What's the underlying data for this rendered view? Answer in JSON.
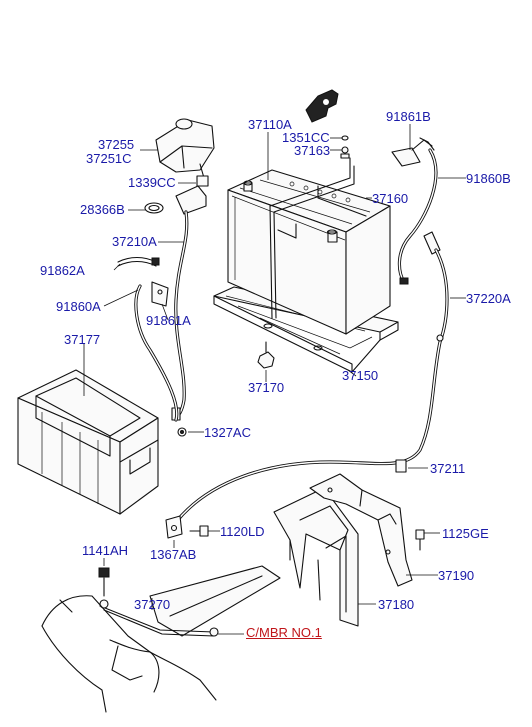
{
  "labels": {
    "p37255": "37255",
    "p37251C": "37251C",
    "p1339CC": "1339CC",
    "p28366B": "28366B",
    "p37210A": "37210A",
    "p91862A": "91862A",
    "p91860A": "91860A",
    "p91861A": "91861A",
    "p37177": "37177",
    "p1327AC": "1327AC",
    "p37110A": "37110A",
    "p1351CC": "1351CC",
    "p37163": "37163",
    "p37160": "37160",
    "p91861B": "91861B",
    "p91860B": "91860B",
    "p37220A": "37220A",
    "p37170": "37170",
    "p37150": "37150",
    "p37211": "37211",
    "p1120LD": "1120LD",
    "p1367AB": "1367AB",
    "p1125GE": "1125GE",
    "p1141AH": "1141AH",
    "p37190": "37190",
    "p37270": "37270",
    "p37180": "37180",
    "cmbr": "C/MBR NO.1"
  },
  "colors": {
    "label": "#1a1aa8",
    "reference": "#c0151a",
    "line": "#111111",
    "background": "#ffffff"
  }
}
